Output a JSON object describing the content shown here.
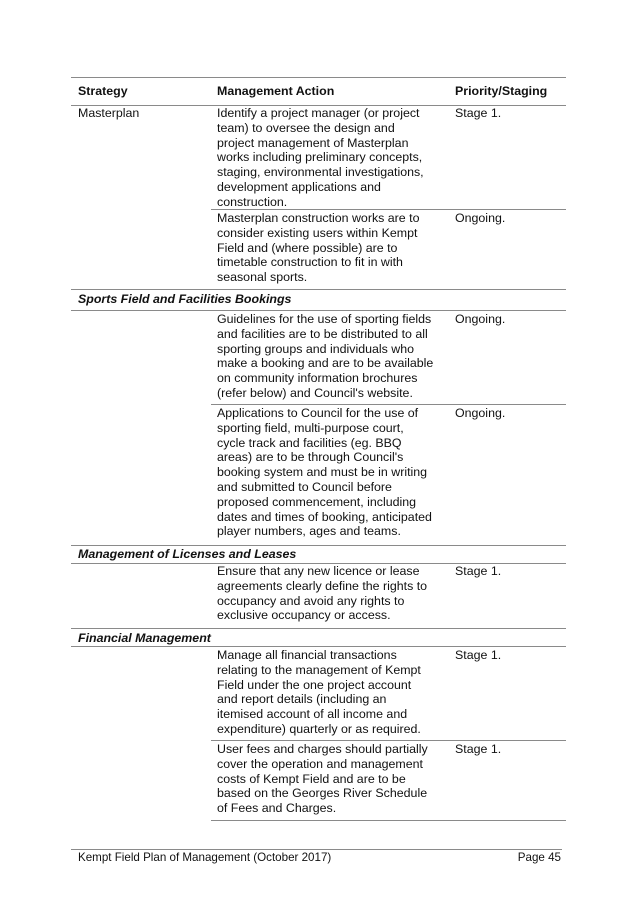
{
  "table": {
    "headers": {
      "strategy": "Strategy",
      "action": "Management Action",
      "priority": "Priority/Staging"
    },
    "sections": {
      "s1": "Sports Field and Facilities Bookings",
      "s2": "Management of Licenses and Leases",
      "s3": "Financial Management"
    },
    "rows": [
      {
        "strategy": "Masterplan",
        "priority": "Stage 1.",
        "action_lines": [
          "Identify a project manager (or project",
          "team) to oversee the design and",
          "project management of Masterplan",
          "works including preliminary concepts,",
          "staging, environmental investigations,",
          "development applications and",
          "construction."
        ]
      },
      {
        "strategy": "",
        "priority": "Ongoing.",
        "action_lines": [
          "Masterplan construction works are to",
          "consider existing users within Kempt",
          "Field and (where possible) are to",
          "timetable construction to fit in with",
          "seasonal sports."
        ]
      },
      {
        "strategy": "",
        "priority": "Ongoing.",
        "action_lines": [
          "Guidelines for the use of sporting fields",
          "and facilities are to be distributed to all",
          "sporting groups and individuals who",
          "make a booking and are to be available",
          "on community information brochures",
          "(refer below) and Council's website."
        ]
      },
      {
        "strategy": "",
        "priority": "Ongoing.",
        "action_lines": [
          "Applications to Council for the use of",
          "sporting field, multi-purpose court,",
          "cycle track and facilities (eg. BBQ",
          "areas) are to be through Council's",
          "booking system and must be in writing",
          "and submitted to Council before",
          "proposed commencement, including",
          "dates and times of booking, anticipated",
          "player numbers, ages and teams."
        ]
      },
      {
        "strategy": "",
        "priority": "Stage 1.",
        "action_lines": [
          "Ensure that any new licence or lease",
          "agreements clearly define the rights to",
          "occupancy and avoid any rights to",
          "exclusive occupancy or access."
        ]
      },
      {
        "strategy": "",
        "priority": "Stage 1.",
        "action_lines": [
          "Manage all financial transactions",
          "relating to the management of Kempt",
          "Field under the one project account",
          "and report details (including an",
          "itemised account of all income and",
          "expenditure) quarterly or as required."
        ]
      },
      {
        "strategy": "",
        "priority": "Stage 1.",
        "action_lines": [
          "User fees and charges should partially",
          "cover the operation and management",
          "costs of Kempt Field and are to be",
          "based on the Georges River Schedule",
          "of Fees and Charges."
        ]
      }
    ]
  },
  "footer": {
    "title": "Kempt Field Plan of Management (October 2017)",
    "page": "Page 45"
  }
}
